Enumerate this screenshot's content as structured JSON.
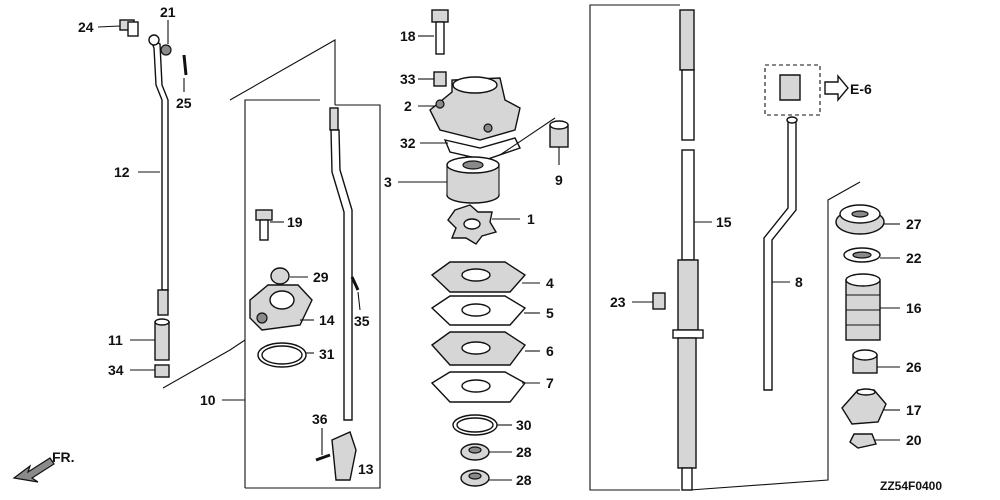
{
  "callouts": {
    "c1": "1",
    "c2": "2",
    "c3": "3",
    "c4": "4",
    "c5": "5",
    "c6": "6",
    "c7": "7",
    "c8": "8",
    "c9": "9",
    "c10": "10",
    "c11": "11",
    "c12": "12",
    "c13": "13",
    "c14": "14",
    "c15": "15",
    "c16": "16",
    "c17": "17",
    "c18": "18",
    "c19": "19",
    "c20": "20",
    "c21": "21",
    "c22": "22",
    "c23": "23",
    "c24": "24",
    "c25": "25",
    "c26": "26",
    "c27": "27",
    "c28a": "28",
    "c28b": "28",
    "c29": "29",
    "c30": "30",
    "c31": "31",
    "c32": "32",
    "c33": "33",
    "c34": "34",
    "c35": "35",
    "c36": "36"
  },
  "reference": "E-6",
  "front_label": "FR.",
  "diagram_code": "ZZ54F0400"
}
